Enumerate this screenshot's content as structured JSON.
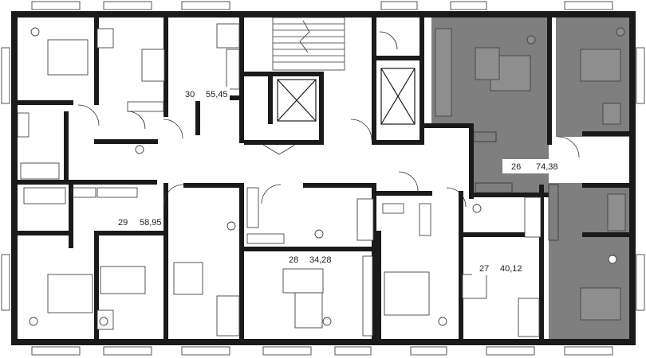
{
  "colors": {
    "wall": "#1a1a1a",
    "highlight": "#7f7f7f",
    "background": "#ffffff",
    "furniture_stroke": "#444444"
  },
  "apartments": [
    {
      "id": "apt-30",
      "number": "30",
      "area": "55,45",
      "highlighted": false
    },
    {
      "id": "apt-29",
      "number": "29",
      "area": "58,95",
      "highlighted": false
    },
    {
      "id": "apt-28",
      "number": "28",
      "area": "34,28",
      "highlighted": false
    },
    {
      "id": "apt-27",
      "number": "27",
      "area": "40,12",
      "highlighted": false
    },
    {
      "id": "apt-26",
      "number": "26",
      "area": "74,38",
      "highlighted": true
    }
  ]
}
